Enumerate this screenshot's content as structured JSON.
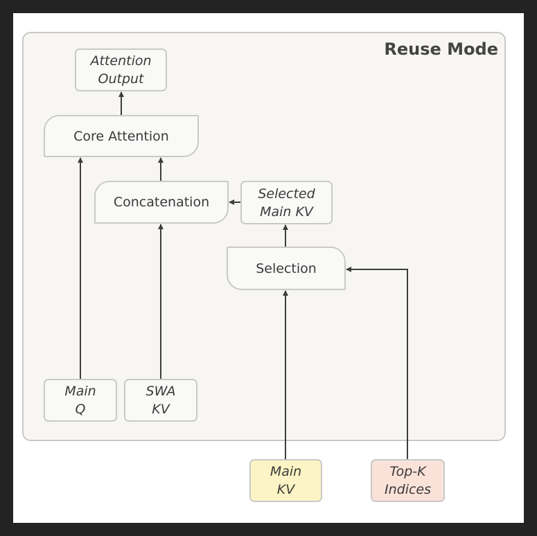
{
  "mode": {
    "title": "Reuse Mode"
  },
  "nodes": {
    "attention_output": {
      "line1": "Attention",
      "line2": "Output"
    },
    "core_attention": {
      "label": "Core Attention"
    },
    "concatenation": {
      "label": "Concatenation"
    },
    "selected_main_kv": {
      "line1": "Selected",
      "line2": "Main KV"
    },
    "selection": {
      "label": "Selection"
    },
    "main_q": {
      "line1": "Main",
      "line2": "Q"
    },
    "swa_kv": {
      "line1": "SWA",
      "line2": "KV"
    },
    "main_kv": {
      "line1": "Main",
      "line2": "KV"
    },
    "top_k_indices": {
      "line1": "Top-K",
      "line2": "Indices"
    }
  },
  "colors": {
    "frame_fill": "#f7f6f2",
    "border": "#c9c9c9",
    "arrow": "#3d3d3d",
    "main_kv_fill": "#fcf4c4",
    "top_k_fill": "#fbe2d8"
  }
}
